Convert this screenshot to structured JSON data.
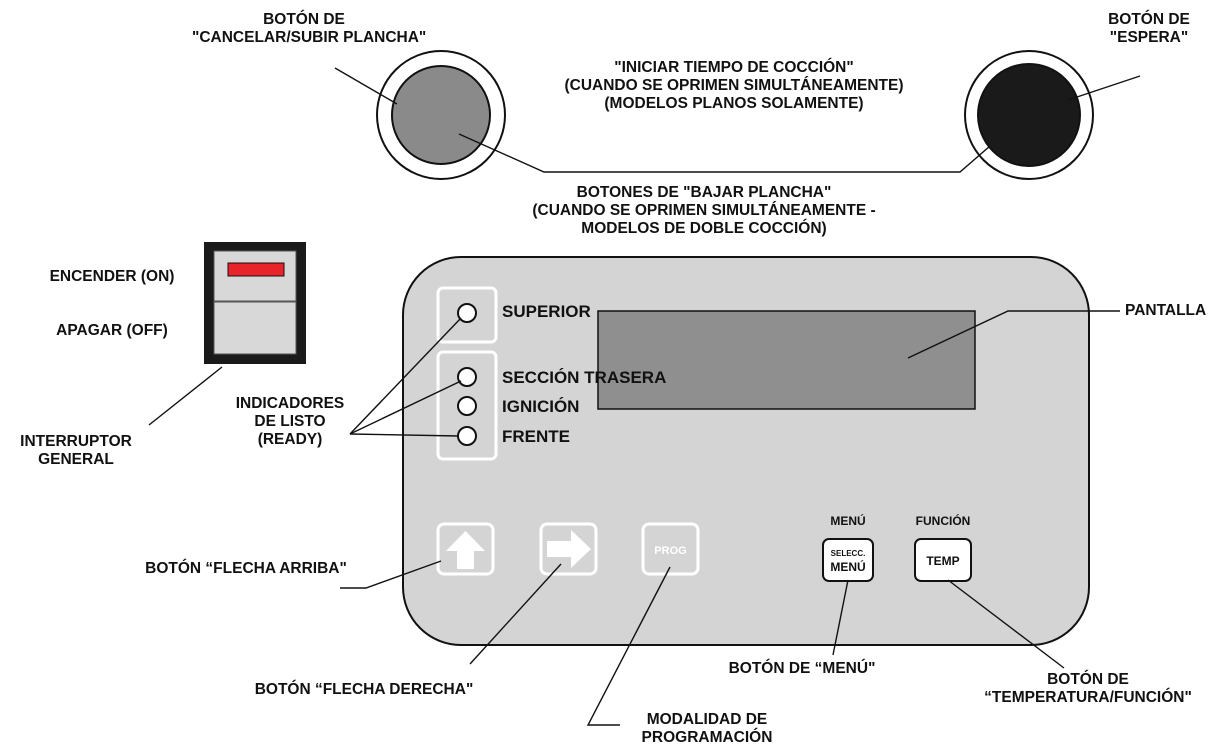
{
  "labels": {
    "cancel_button": [
      "BOTÓN DE",
      "\"CANCELAR/SUBIR PLANCHA\""
    ],
    "standby_button": [
      "BOTÓN DE",
      "\"ESPERA\""
    ],
    "start_cook_time": [
      "\"INICIAR TIEMPO DE COCCIÓN\"",
      "(CUANDO SE OPRIMEN SIMULTÁNEAMENTE)",
      "(MODELOS PLANOS SOLAMENTE)"
    ],
    "lower_platen": [
      "BOTONES DE \"BAJAR PLANCHA\"",
      "(CUANDO SE OPRIMEN SIMULTÁNEAMENTE -",
      "MODELOS DE DOBLE COCCIÓN)"
    ],
    "power_on": "ENCENDER (ON)",
    "power_off": "APAGAR (OFF)",
    "main_switch": [
      "INTERRUPTOR",
      "GENERAL"
    ],
    "ready_indicators": [
      "INDICADORES",
      "DE LISTO",
      "(READY)"
    ],
    "display": "PANTALLA",
    "up_arrow_button": "BOTÓN “FLECHA ARRIBA\"",
    "right_arrow_button": "BOTÓN “FLECHA DERECHA\"",
    "programming_mode": [
      "MODALIDAD DE",
      "PROGRAMACIÓN"
    ],
    "menu_button": "BOTÓN DE “MENÚ\"",
    "temp_function_button": [
      "BOTÓN DE",
      "“TEMPERATURA/FUNCIÓN\""
    ]
  },
  "panel": {
    "leds": {
      "superior": "SUPERIOR",
      "rear_section": "SECCIÓN TRASERA",
      "ignition": "IGNICIÓN",
      "front": "FRENTE"
    },
    "keys": {
      "prog": "PROG",
      "menu_title": "MENÚ",
      "menu_key_small": "SELECC.",
      "menu_key_main": "MENÚ",
      "function_title": "FUNCIÓN",
      "temp_key": "TEMP"
    }
  },
  "colors": {
    "panel_fill": "#d4d4d4",
    "display_fill": "#8f8f8f",
    "cancel_button": "#8a8a8a",
    "standby_button": "#1a1a1a",
    "switch_on_indicator": "#e8242a",
    "switch_body": "#1a1a1a"
  }
}
